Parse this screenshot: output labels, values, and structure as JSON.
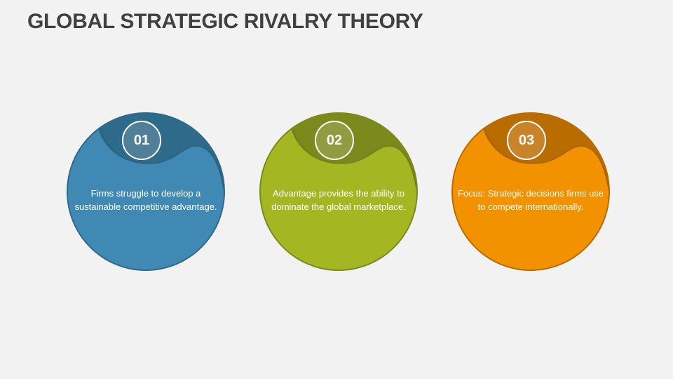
{
  "title": "GLOBAL STRATEGIC RIVALRY THEORY",
  "cards": [
    {
      "number": "01",
      "text": "Firms struggle to develop a sustainable competitive advantage.",
      "colors": {
        "main": "#3f89b5",
        "dark": "#2e6a8a",
        "badge": "#4f7f99"
      }
    },
    {
      "number": "02",
      "text": "Advantage provides the ability to dominate the global marketplace.",
      "colors": {
        "main": "#a4b723",
        "dark": "#7b8a1d",
        "badge": "#8f9c40"
      }
    },
    {
      "number": "03",
      "text": "Focus: Strategic decisions firms use to compete internationally.",
      "colors": {
        "main": "#f39200",
        "dark": "#b96c00",
        "badge": "#c9842a"
      }
    }
  ]
}
